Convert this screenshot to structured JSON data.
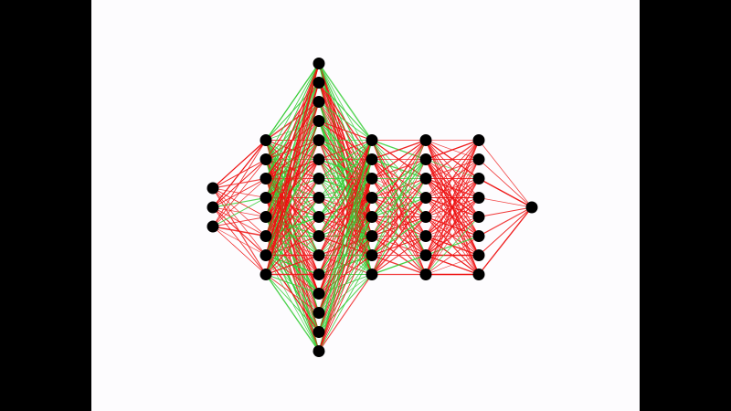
{
  "diagram": {
    "type": "neural-network",
    "layers": [
      {
        "name": "layer-1",
        "neurons": 3
      },
      {
        "name": "layer-2",
        "neurons": 8
      },
      {
        "name": "layer-3",
        "neurons": 16
      },
      {
        "name": "layer-4",
        "neurons": 8
      },
      {
        "name": "layer-5",
        "neurons": 8
      },
      {
        "name": "layer-6",
        "neurons": 8
      },
      {
        "name": "layer-7",
        "neurons": 1
      }
    ],
    "colors": {
      "background": "#fdfcfe",
      "letterbox": "#000000",
      "node": "#000000",
      "positive_weight": "#33cc33",
      "negative_weight": "#ee1111"
    },
    "negative_weight_share": {
      "layer-1_to_layer-2": 0.85,
      "layer-2_to_layer-3": 0.6,
      "layer-3_to_layer-4": 0.45,
      "layer-4_to_layer-5": 0.7,
      "layer-5_to_layer-6": 0.95,
      "layer-6_to_layer-7": 1.0
    }
  }
}
